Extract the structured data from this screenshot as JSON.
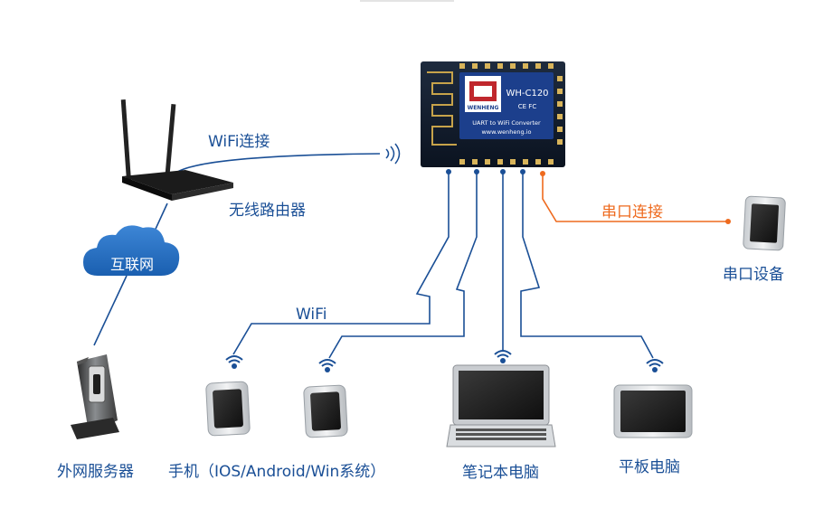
{
  "module": {
    "model": "WH-C120",
    "brand": "WENHENG",
    "marks": "CE FC",
    "desc": "UART to WiFi Converter",
    "url": "www.wenheng.io"
  },
  "links": {
    "wifi_conn": "WiFi连接",
    "wifi": "WiFi",
    "serial_conn": "串口连接",
    "internet": "互联网"
  },
  "devices": {
    "router": "无线路由器",
    "server": "外网服务器",
    "phone": "手机（IOS/Android/Win系统）",
    "laptop": "笔记本电脑",
    "tablet": "平板电脑",
    "serial_device": "串口设备"
  },
  "colors": {
    "line_blue": "#1a4f96",
    "line_orange": "#ee6a1e",
    "module_blue": "#1c3f8c"
  }
}
